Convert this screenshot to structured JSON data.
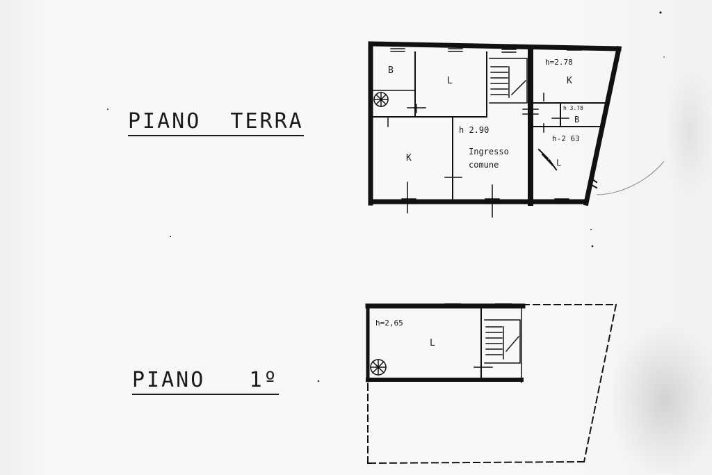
{
  "floors": [
    {
      "title": "PIANO  TERRA",
      "rooms": [
        {
          "label": "B"
        },
        {
          "label": "L"
        },
        {
          "label": "K"
        },
        {
          "label": "K"
        },
        {
          "label": "B"
        },
        {
          "label": "L"
        }
      ],
      "heights": [
        "h=2.78",
        "h 3.78",
        "h 2.90",
        "h-2 63"
      ],
      "common_area": [
        "Ingresso",
        "comune"
      ]
    },
    {
      "title": "PIANO   1º",
      "rooms": [
        {
          "label": "L"
        }
      ],
      "heights": [
        "h=2,65"
      ]
    }
  ]
}
